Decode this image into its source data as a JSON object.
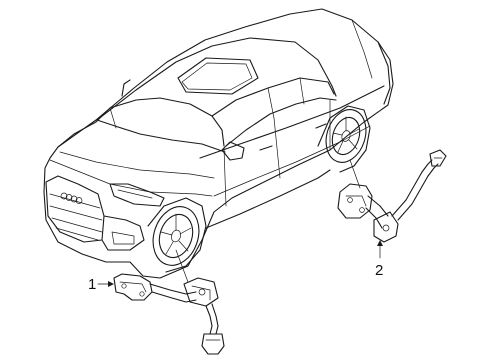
{
  "diagram": {
    "subject": "sedan",
    "callouts": [
      {
        "number": "1",
        "part": "front-level-sensor"
      },
      {
        "number": "2",
        "part": "rear-level-sensor"
      }
    ]
  },
  "colors": {
    "line": "#1a1a1a",
    "background": "#ffffff"
  }
}
